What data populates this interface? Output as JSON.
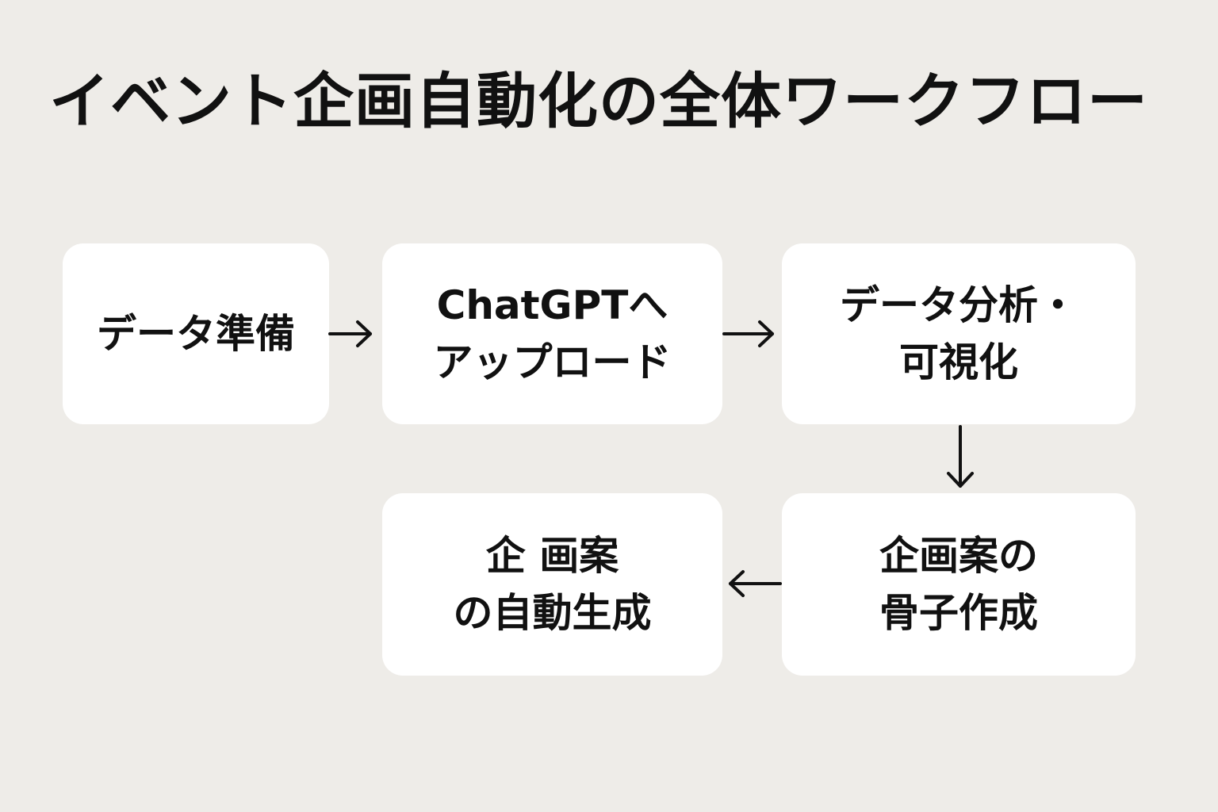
{
  "title": "イベント企画自動化の全体ワークフロー",
  "nodes": [
    {
      "id": "data-prep",
      "lines": [
        "データ準備"
      ]
    },
    {
      "id": "chatgpt-upload",
      "lines": [
        "ChatGPTへ",
        "アップロード"
      ]
    },
    {
      "id": "data-analysis",
      "lines": [
        "データ分析・",
        "可視化"
      ]
    },
    {
      "id": "plan-outline",
      "lines": [
        "企画案の",
        "骨子作成"
      ]
    },
    {
      "id": "plan-generation",
      "lines": [
        "企 画案",
        "の自動生成"
      ]
    }
  ],
  "edges": [
    {
      "from": "data-prep",
      "to": "chatgpt-upload"
    },
    {
      "from": "chatgpt-upload",
      "to": "data-analysis"
    },
    {
      "from": "data-analysis",
      "to": "plan-outline"
    },
    {
      "from": "plan-outline",
      "to": "plan-generation"
    }
  ],
  "colors": {
    "background": "#eeece8",
    "node_fill": "#ffffff",
    "text": "#111111",
    "arrow": "#111111"
  }
}
